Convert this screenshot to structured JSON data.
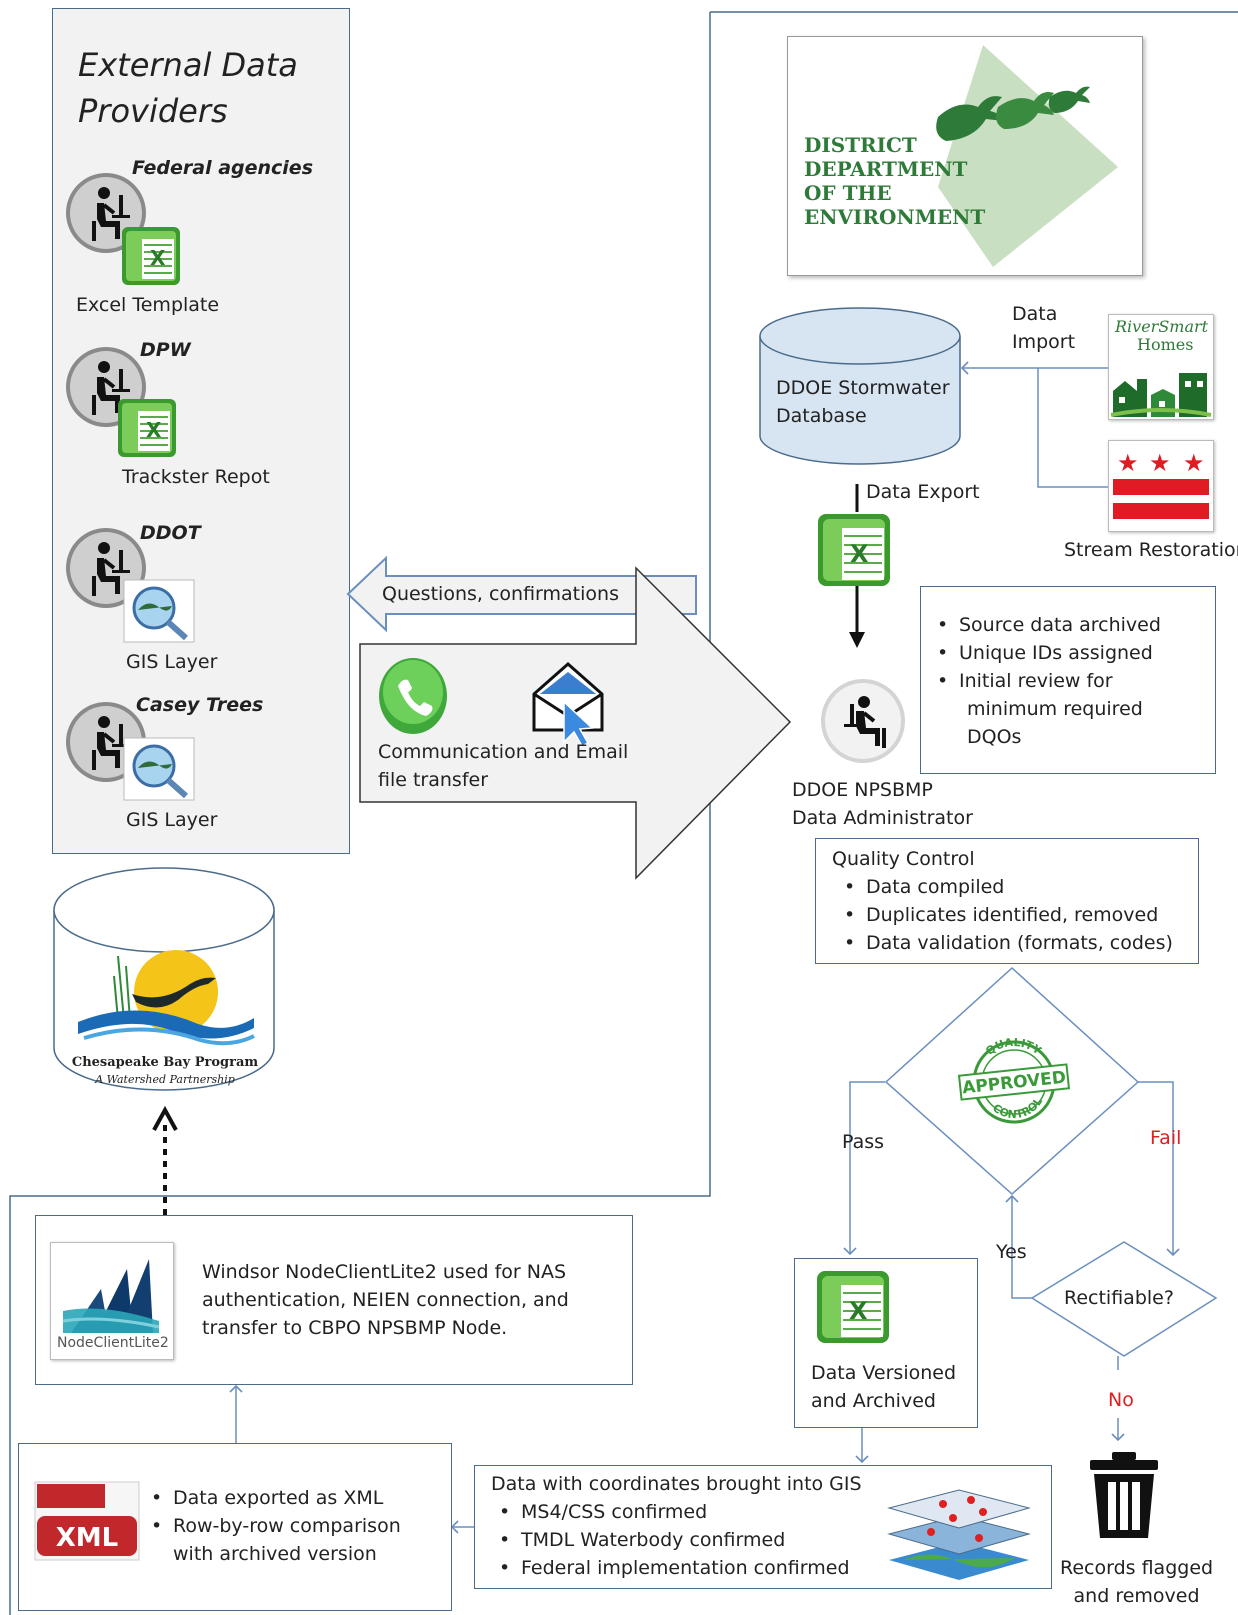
{
  "providers": {
    "title_line1": "External Data",
    "title_line2": "Providers",
    "federal": {
      "name": "Federal agencies",
      "file": "Excel Template"
    },
    "dpw": {
      "name": "DPW",
      "file": "Trackster Repot"
    },
    "ddot": {
      "name": "DDOT",
      "file": "GIS Layer"
    },
    "casey": {
      "name": "Casey Trees",
      "file": "GIS Layer"
    }
  },
  "ddoe_logo": {
    "line1": "DISTRICT",
    "line2": "DEPARTMENT",
    "line3": "OF THE",
    "line4": "ENVIRONMENT"
  },
  "database": {
    "line1": "DDOE Stormwater",
    "line2": "Database"
  },
  "data_import": {
    "line1": "Data",
    "line2": "Import"
  },
  "riversmart": {
    "line1": "RiverSmart",
    "line2": "Homes"
  },
  "stream_restoration": "Stream Restoration",
  "data_export": "Data Export",
  "intake_checks": [
    "Source data archived",
    "Unique IDs assigned",
    "Initial review for",
    "minimum required",
    "DQOs"
  ],
  "administrator": {
    "line1": "DDOE NPSBMP",
    "line2": "Data Administrator"
  },
  "questions_arrow": "Questions, confirmations",
  "communication": {
    "line1": "Communication and Email",
    "line2": "file transfer"
  },
  "quality_control": {
    "title": "Quality Control",
    "items": [
      "Data compiled",
      "Duplicates identified, removed",
      "Data validation (formats, codes)"
    ]
  },
  "stamp": {
    "top": "QUALITY",
    "middle": "APPROVED",
    "bottom": "CONTROL"
  },
  "pass": "Pass",
  "fail": "Fail",
  "yes": "Yes",
  "no": "No",
  "rectifiable": "Rectifiable?",
  "versioned": {
    "line1": "Data Versioned",
    "line2": "and Archived"
  },
  "records_flagged": {
    "line1": "Records flagged",
    "line2": "and removed"
  },
  "gis_box": {
    "title": "Data with coordinates brought into GIS",
    "items": [
      "MS4/CSS confirmed",
      "TMDL  Waterbody confirmed",
      "Federal implementation confirmed"
    ]
  },
  "xml_box": {
    "icon": "XML",
    "items": [
      "Data exported  as XML",
      "Row-by-row comparison",
      "with archived version"
    ]
  },
  "node_box": {
    "logo_label": "NodeClientLite2",
    "line1": "Windsor NodeClientLite2 used for NAS",
    "line2": "authentication, NEIEN connection, and",
    "line3": "transfer to CBPO NPSBMP Node."
  },
  "cbp": {
    "line1": "Chesapeake Bay Program",
    "line2": "A Watershed Partnership"
  },
  "colors": {
    "line": "#4a6b8a",
    "arrow_blue": "#6a8fbf",
    "fail_red": "#e02020",
    "excel_green": "#3a9a2e",
    "db_fill": "#d7e4f2"
  }
}
